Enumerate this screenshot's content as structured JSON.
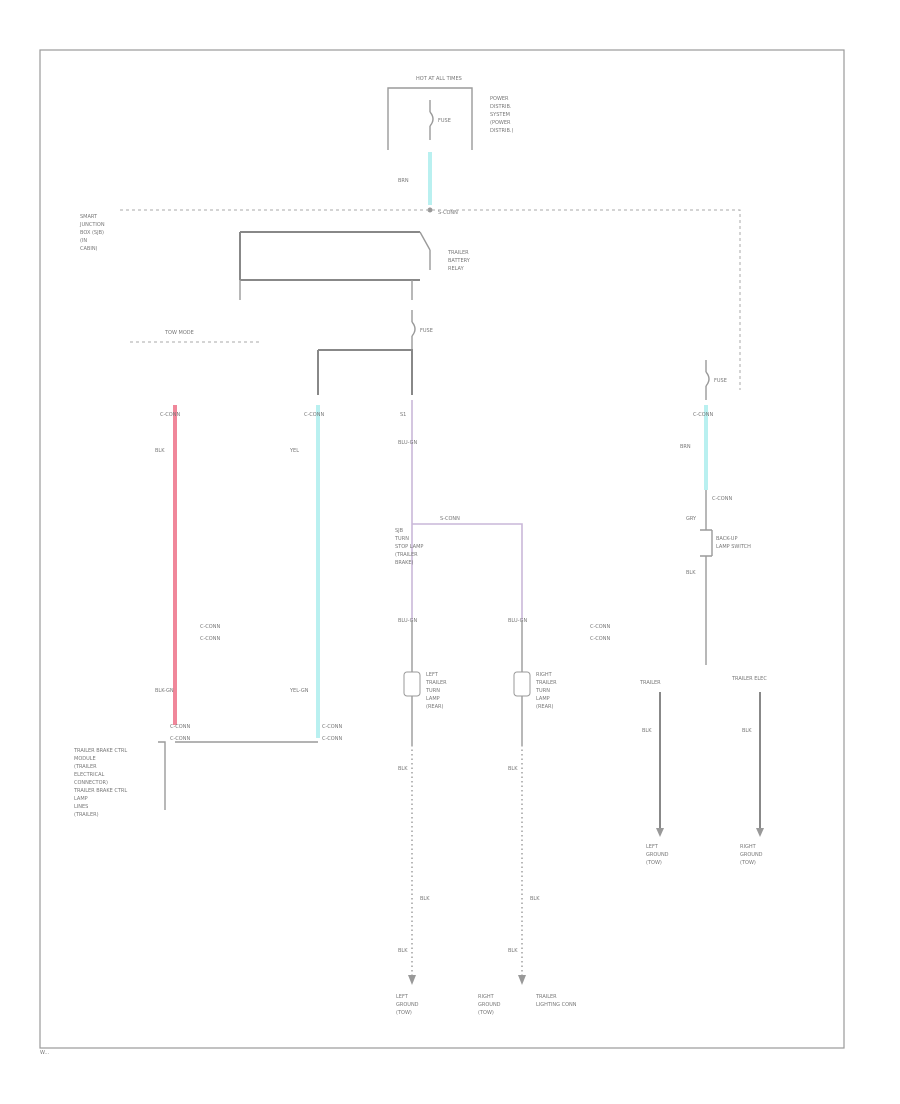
{
  "page_code": "W...",
  "colors": {
    "frame": "#9a9a9a",
    "wire_pink": "#f0879a",
    "wire_cyan": "#b9f0f0",
    "wire_lavender": "#c9b7d8",
    "text": "#777777"
  },
  "blocks": {
    "top_power": {
      "title": "HOT AT ALL TIMES",
      "lines": [
        "POWER",
        "DISTRIB.",
        "SYSTEM",
        "(POWER",
        "DISTRIB.)"
      ]
    },
    "top_fuse": "FUSE",
    "top_wire": "BRN",
    "left_header": [
      "SMART",
      "JUNCTION",
      "BOX (SJB)",
      "(IN",
      "CABIN)"
    ],
    "relay_label": [
      "TRAILER",
      "BATTERY",
      "RELAY"
    ],
    "junction_mark": "S-CONN",
    "mid_fuse": "FUSE",
    "dashed_label": "TOW MODE",
    "right_fuse": "FUSE",
    "col_pink": {
      "conn": "C-CONN",
      "wire": "BLK",
      "bottom": "BLK-GN",
      "c1": "C-CONN",
      "c2": "C-CONN"
    },
    "col_cyan": {
      "conn": "C-CONN",
      "wire": "YEL",
      "bottom": "YEL-GN",
      "c1": "C-CONN",
      "c2": "C-CONN"
    },
    "legend_left": [
      "C-CONN",
      "C-CONN"
    ],
    "trailer_module": [
      "TRAILER BRAKE CTRL",
      "MODULE",
      "(TRAILER",
      "ELECTRICAL",
      "CONNECTOR)",
      "TRAILER BRAKE CTRL",
      "LAMP",
      "LINES",
      "(TRAILER)"
    ],
    "col_lav": {
      "top": "S1",
      "wire": "BLU-GN",
      "splice": "S-CONN",
      "label": [
        "SJB",
        "TURN",
        "STOP LAMP",
        "(TRAILER",
        "BRAKE)"
      ]
    },
    "left_lamp": [
      "LEFT",
      "TRAILER",
      "TURN",
      "LAMP",
      "(REAR)"
    ],
    "right_lamp": [
      "RIGHT",
      "TRAILER",
      "TURN",
      "LAMP",
      "(REAR)"
    ],
    "legend_right": [
      "C-CONN",
      "C-CONN"
    ],
    "right_col": {
      "conn": "C-CONN",
      "wire": "BRN",
      "switch": "C-CONN",
      "switch_label": [
        "BACK-UP",
        "LAMP SWITCH"
      ],
      "w1": "GRY",
      "w2": "BLK"
    },
    "gnd_left": {
      "top": "TRAILER",
      "wire": "BLK",
      "label": [
        "LEFT",
        "GROUND",
        "(TOW)"
      ]
    },
    "gnd_right": {
      "top": "TRAILER ELEC",
      "wire": "BLK",
      "label": [
        "RIGHT",
        "GROUND",
        "(TOW)"
      ]
    },
    "bottom_wire": [
      "BLK",
      "BLK"
    ],
    "bottom_labels": {
      "left": [
        "LEFT",
        "GROUND",
        "(TOW)"
      ],
      "right": [
        "RIGHT",
        "GROUND",
        "(TOW)",
        "TRAILER",
        "LIGHTING CONN"
      ]
    }
  }
}
